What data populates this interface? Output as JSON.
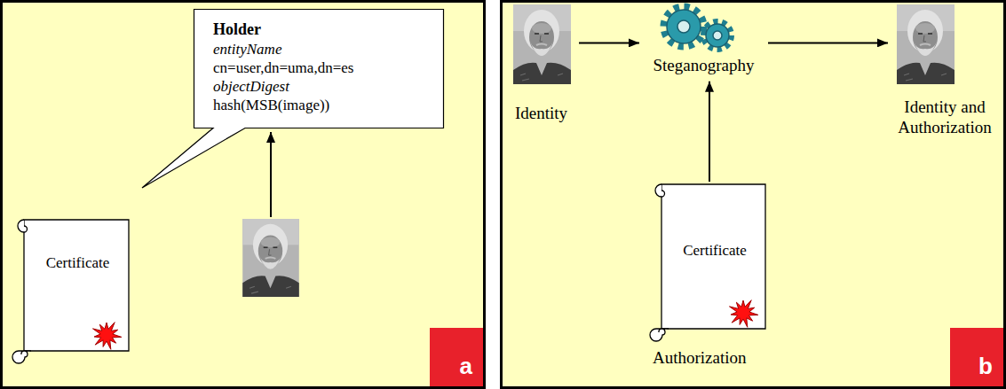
{
  "diagram": {
    "nodes": [
      {
        "text": [
          "a"
        ]
      },
      {
        "text": [
          "Holder",
          "entityName",
          "cn=user,dn=uma,dn=es",
          "objectDigest",
          "hash(MSB(image))"
        ],
        "in": 0
      },
      {
        "text": [
          "Certificate"
        ],
        "in": 0
      },
      {
        "text": [
          "b"
        ]
      },
      {
        "text": [
          "Identity"
        ],
        "in": 3
      },
      {
        "text": [
          "Steganography"
        ],
        "in": 3
      },
      {
        "text": [
          "Identity and Authorization"
        ],
        "in": 3
      },
      {
        "text": [
          "Certificate",
          "Authorization"
        ],
        "in": 3
      }
    ],
    "edges": [
      {
        "from": 4,
        "to": 5,
        "arrow": "to"
      },
      {
        "from": 5,
        "to": 6,
        "arrow": "to"
      },
      {
        "from": 7,
        "to": 5,
        "arrow": "to"
      }
    ]
  }
}
